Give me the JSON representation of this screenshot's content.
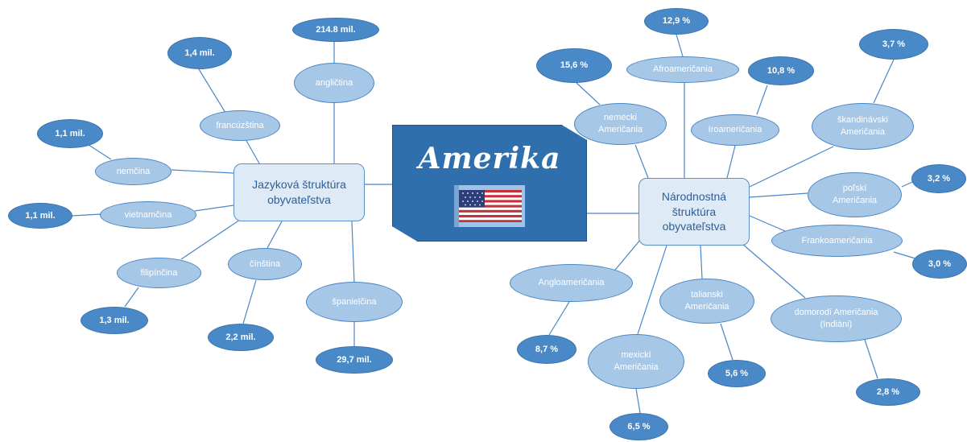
{
  "center": {
    "title": "Amerika",
    "flag_icon": "us-flag-icon"
  },
  "language_hub": {
    "label": "Jazyková štruktúra\nobyvateľstva"
  },
  "nation_hub": {
    "label": "Národnostná\nštruktúra\nobyvateľstva"
  },
  "languages": [
    {
      "name": "angličtina",
      "speakers": "214.8 mil."
    },
    {
      "name": "francúzština",
      "speakers": "1,4 mil."
    },
    {
      "name": "nemčina",
      "speakers": "1,1 mil."
    },
    {
      "name": "vietnamčina",
      "speakers": "1,1 mil."
    },
    {
      "name": "filipínčina",
      "speakers": "1,3 mil."
    },
    {
      "name": "čínština",
      "speakers": "2,2 mil."
    },
    {
      "name": "španielčina",
      "speakers": "29,7 mil."
    }
  ],
  "nationalities": [
    {
      "name": "Afroameričania",
      "share": "12,9 %"
    },
    {
      "name": "nemecki\nAmeričania",
      "share": "15,6 %"
    },
    {
      "name": "Iroameričania",
      "share": "10,8 %"
    },
    {
      "name": "škandinávski\nAmeričania",
      "share": "3,7 %"
    },
    {
      "name": "poľskí\nAmeričania",
      "share": "3,2 %"
    },
    {
      "name": "Frankoameričania",
      "share": "3,0 %"
    },
    {
      "name": "domorodí Američania\n(Indiáni)",
      "share": "2,8 %"
    },
    {
      "name": "talianski\nAmeričania",
      "share": "5,6 %"
    },
    {
      "name": "mexickí\nAmeričania",
      "share": "6,5 %"
    },
    {
      "name": "Angloameričania",
      "share": "8,7 %"
    }
  ],
  "colors": {
    "topic_fill": "#a7c7e7",
    "value_fill": "#4a89c8",
    "hub_fill": "#deeaf6",
    "center_fill": "#2f6fae"
  }
}
